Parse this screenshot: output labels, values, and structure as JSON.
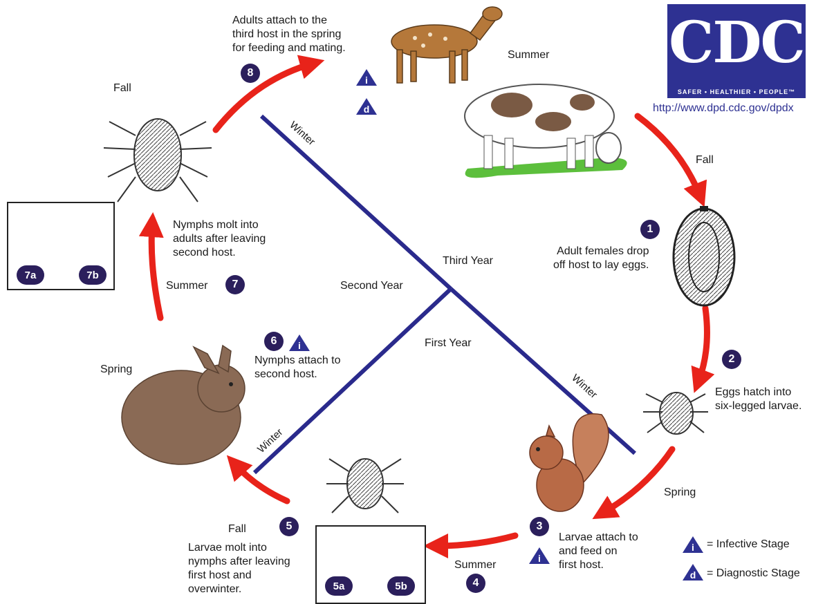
{
  "logo": {
    "letters": "CDC",
    "tagline": "SAFER • HEALTHIER • PEOPLE™",
    "url": "http://www.dpd.cdc.gov/dpdx"
  },
  "seasons": {
    "summer_top": "Summer",
    "fall_right": "Fall",
    "spring_right": "Spring",
    "summer_bottom": "Summer",
    "fall_bottom": "Fall",
    "spring_left": "Spring",
    "summer_left": "Summer",
    "fall_top": "Fall"
  },
  "years": {
    "third": "Third Year",
    "second": "Second Year",
    "first": "First Year"
  },
  "winters": {
    "top": "Winter",
    "right": "Winter",
    "left": "Winter"
  },
  "steps": {
    "s1": {
      "badge": "1",
      "text": "Adult females drop\noff host to lay eggs."
    },
    "s2": {
      "badge": "2",
      "text": "Eggs hatch into\nsix-legged larvae."
    },
    "s3": {
      "badge": "3",
      "text": "Larvae attach to\nand feed on\nfirst host."
    },
    "s4": {
      "badge": "4"
    },
    "s5": {
      "badge": "5",
      "text": "Larvae molt into\nnymphs after leaving\nfirst host and\noverwinter."
    },
    "s5a": {
      "badge": "5a"
    },
    "s5b": {
      "badge": "5b"
    },
    "s6": {
      "badge": "6",
      "text": "Nymphs attach to\nsecond host."
    },
    "s7": {
      "badge": "7",
      "text": "Nymphs molt into\nadults after leaving\nsecond host."
    },
    "s7a": {
      "badge": "7a"
    },
    "s7b": {
      "badge": "7b"
    },
    "s8": {
      "badge": "8",
      "text": "Adults attach to the\nthird host in the spring\nfor feeding and mating."
    }
  },
  "legend": {
    "infective_symbol": "i",
    "infective_label": "= Infective Stage",
    "diagnostic_symbol": "d",
    "diagnostic_label": "= Diagnostic Stage"
  },
  "colors": {
    "arrow": "#e8231a",
    "axis": "#2a2a8c",
    "badge": "#2b1f5c",
    "logo": "#2e3192"
  }
}
